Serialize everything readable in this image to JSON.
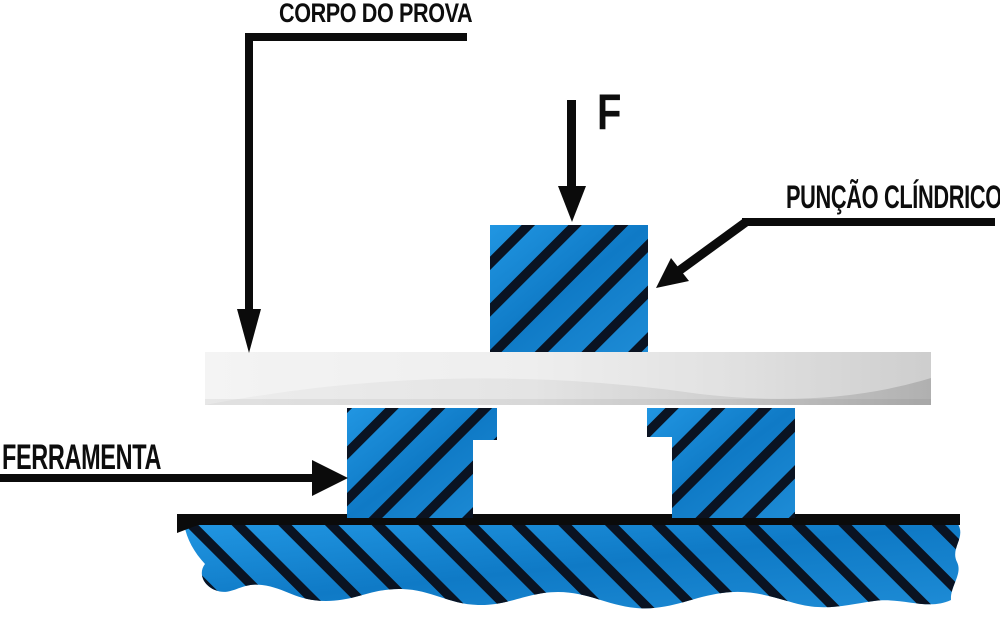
{
  "labels": {
    "specimen": "CORPO DO PROVA",
    "punch": "PUNÇÃO CLÍNDRICO",
    "tool": "FERRAMENTA",
    "force": "F"
  },
  "colors": {
    "blue": "#0f7ac6",
    "blue_light": "#2196e2",
    "blue_soft": "#1e8cd6",
    "hatch_line": "#0a1322",
    "line_black": "#0b0b0b",
    "plate_light": "#ededed",
    "plate_mid": "#e4e4e4",
    "plate_shade": "#cfcfcf",
    "plate_dark": "#b0b0b0",
    "background": "#ffffff"
  }
}
